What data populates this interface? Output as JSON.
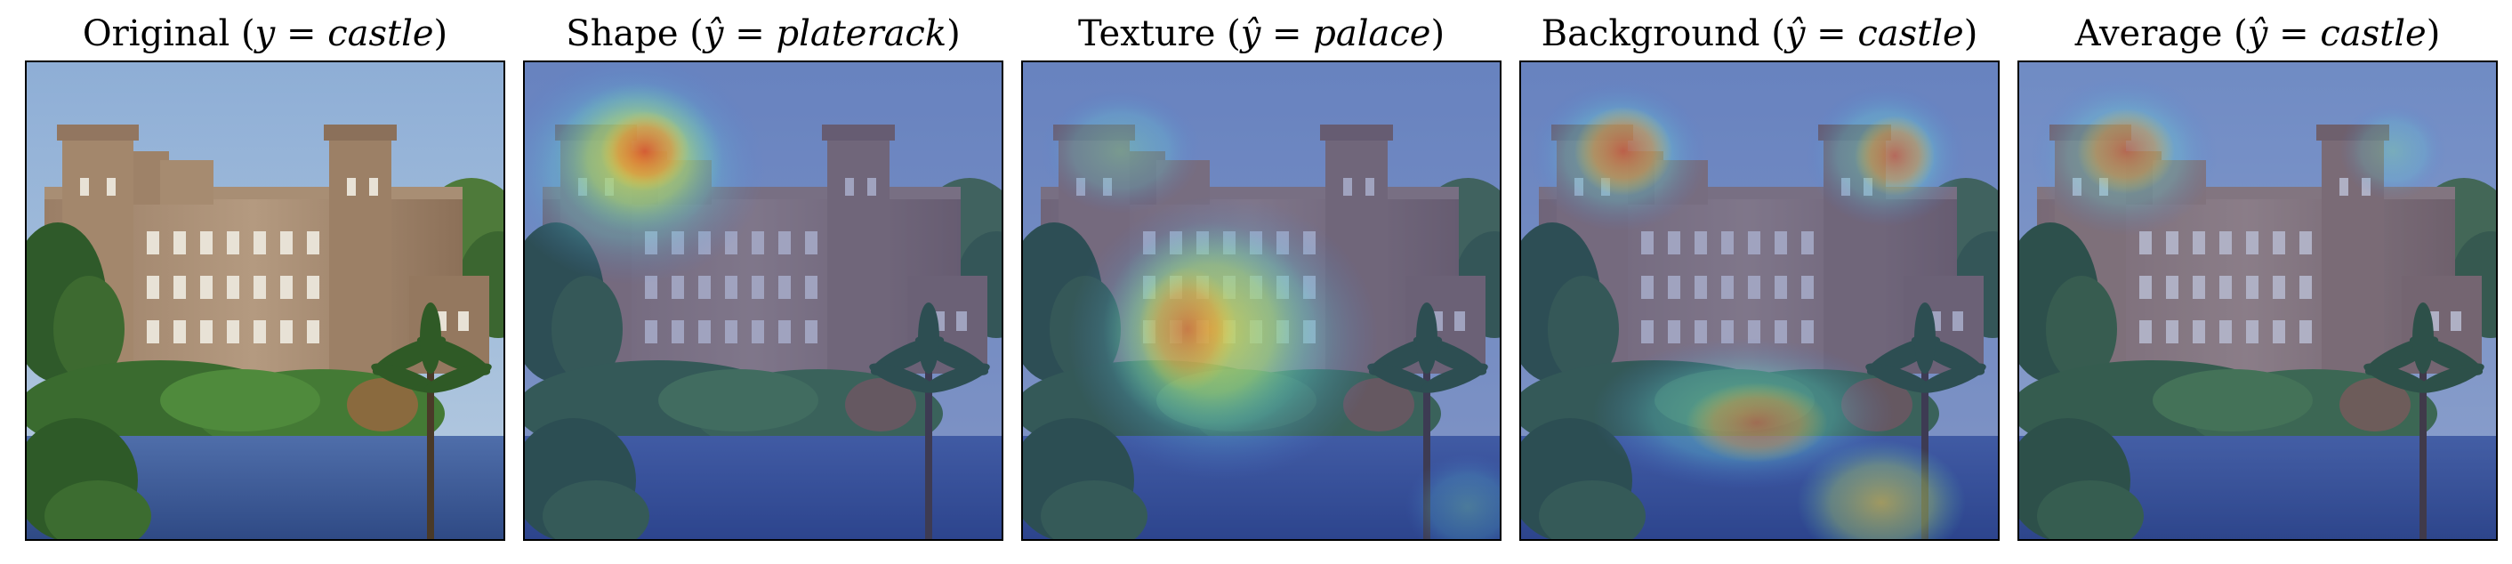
{
  "figure": {
    "panels": [
      {
        "key": "original",
        "title_prefix": "Original (",
        "title_var": "y",
        "title_eq": " = ",
        "title_label": "castle",
        "title_suffix": ")",
        "heatmap": "none"
      },
      {
        "key": "shape",
        "title_prefix": "Shape (",
        "title_var": "ŷ",
        "title_eq": " = ",
        "title_label": "platerack",
        "title_suffix": ")",
        "heatmap": "left-tower"
      },
      {
        "key": "texture",
        "title_prefix": "Texture (",
        "title_var": "ŷ",
        "title_eq": " = ",
        "title_label": "palace",
        "title_suffix": ")",
        "heatmap": "center-facade"
      },
      {
        "key": "background",
        "title_prefix": "Background (",
        "title_var": "ŷ",
        "title_eq": " = ",
        "title_label": "castle",
        "title_suffix": ")",
        "heatmap": "towers-and-water"
      },
      {
        "key": "average",
        "title_prefix": "Average (",
        "title_var": "ŷ",
        "title_eq": " = ",
        "title_label": "castle",
        "title_suffix": ")",
        "heatmap": "left-tower-soft"
      }
    ]
  },
  "colors": {
    "sky": "#9ab8da",
    "stone": "#a08872",
    "foliage": "#3f6b34",
    "water": "#3f5f9a",
    "heat_hot": "#d8442a",
    "heat_warm": "#f1d23a",
    "heat_cool": "#5fd0b8",
    "heat_base": "#2b3c9a"
  }
}
